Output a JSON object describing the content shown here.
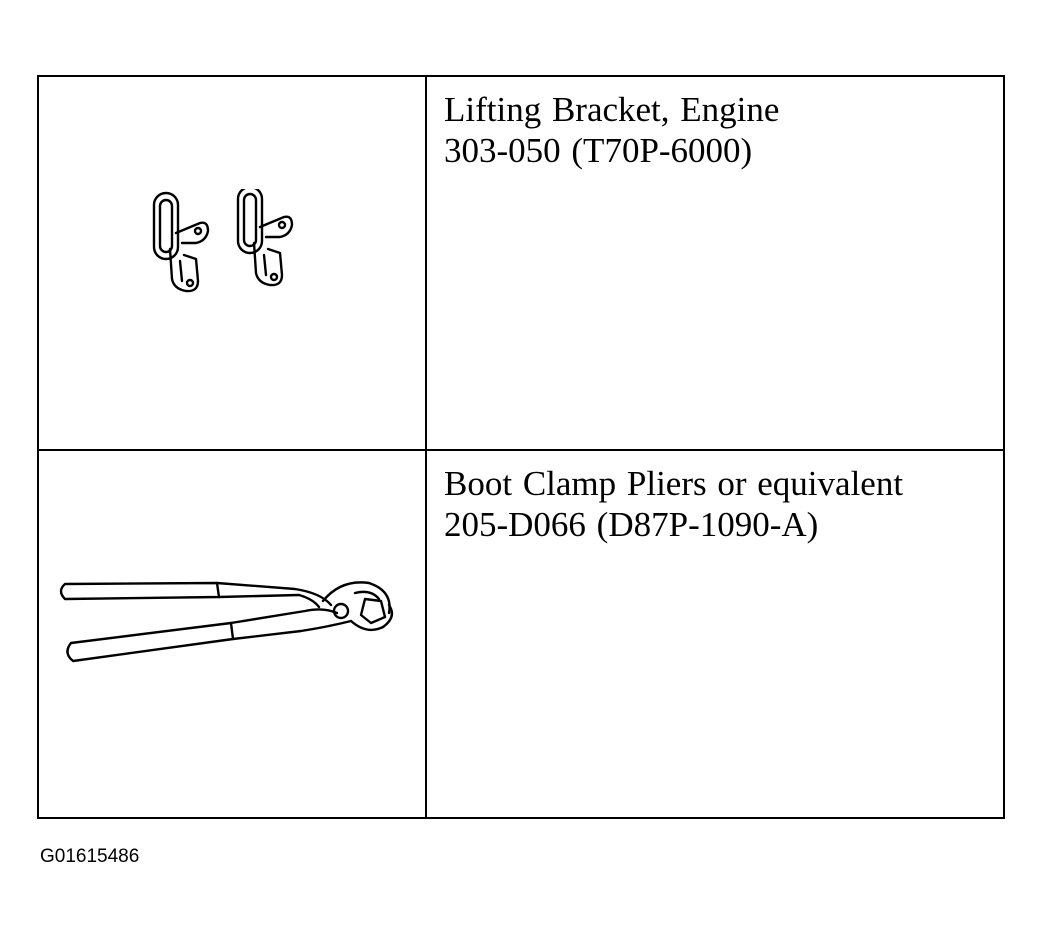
{
  "tools": [
    {
      "name": "Lifting Bracket, Engine",
      "number": "303-050 (T70P-6000)",
      "illustration_icon": "lifting-bracket-icon"
    },
    {
      "name": "Boot Clamp Pliers or equivalent",
      "number": "205-D066 (D87P-1090-A)",
      "illustration_icon": "boot-clamp-pliers-icon"
    }
  ],
  "figure_id": "G01615486"
}
